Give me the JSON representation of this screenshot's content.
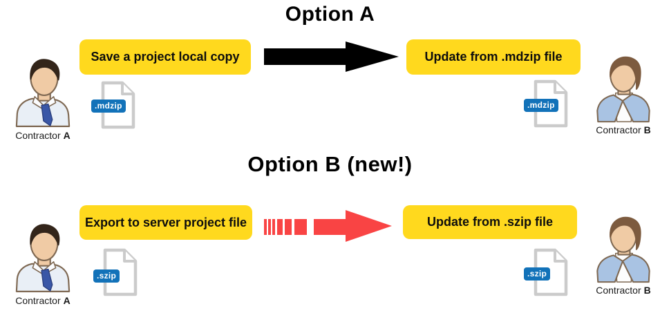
{
  "sections": {
    "option_a": {
      "title": "Option A",
      "left_actor": {
        "label": "Contractor",
        "label_bold": "A"
      },
      "right_actor": {
        "label": "Contractor",
        "label_bold": "B"
      },
      "left_box": "Save a project local copy",
      "right_box": "Update from .mdzip file",
      "left_file_badge": ".mdzip",
      "right_file_badge": ".mdzip",
      "arrow_style": "solid-black"
    },
    "option_b": {
      "title": "Option B (new!)",
      "left_actor": {
        "label": "Contractor",
        "label_bold": "A"
      },
      "right_actor": {
        "label": "Contractor",
        "label_bold": "B"
      },
      "left_box": "Export to server project file",
      "right_box": "Update from .szip file",
      "left_file_badge": ".szip",
      "right_file_badge": ".szip",
      "arrow_style": "dashed-red"
    }
  },
  "colors": {
    "highlight_yellow": "#FFD91E",
    "badge_blue": "#1272B9",
    "arrow_black": "#000000",
    "arrow_red": "#F94444",
    "doc_outline_gray": "#CBCBCB",
    "skin": "#F0CBA5",
    "hair_dark": "#33251A",
    "hair_brown": "#7D5B3F",
    "shirt_light": "#E9EFF6",
    "jacket_blue": "#A9C3E3",
    "tie_blue": "#3A57A7",
    "outline_brown": "#7E6852"
  }
}
